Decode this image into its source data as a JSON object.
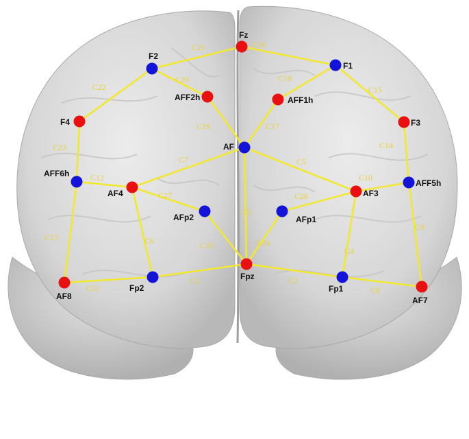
{
  "colors": {
    "source": "#e81010",
    "detector": "#1414d8",
    "channel": "#f2e830",
    "channel_label": "#e8d23c",
    "node_label": "#111111",
    "brain_fill": "#d9d9d9",
    "brain_shade": "#bdbdbd"
  },
  "nodes": [
    {
      "id": "Fz",
      "label": "Fz",
      "type": "source"
    },
    {
      "id": "F1",
      "label": "F1",
      "type": "detector"
    },
    {
      "id": "F2",
      "label": "F2",
      "type": "detector"
    },
    {
      "id": "F3",
      "label": "F3",
      "type": "source"
    },
    {
      "id": "F4",
      "label": "F4",
      "type": "source"
    },
    {
      "id": "AFF1h",
      "label": "AFF1h",
      "type": "source"
    },
    {
      "id": "AFF2h",
      "label": "AFF2h",
      "type": "source"
    },
    {
      "id": "AF",
      "label": "AF",
      "type": "detector"
    },
    {
      "id": "AFF5h",
      "label": "AFF5h",
      "type": "detector"
    },
    {
      "id": "AFF6h",
      "label": "AFF6h",
      "type": "detector"
    },
    {
      "id": "AF3",
      "label": "AF3",
      "type": "source"
    },
    {
      "id": "AF4",
      "label": "AF4",
      "type": "source"
    },
    {
      "id": "AFp1",
      "label": "AFp1",
      "type": "detector"
    },
    {
      "id": "AFp2",
      "label": "AFp2",
      "type": "detector"
    },
    {
      "id": "Fpz",
      "label": "Fpz",
      "type": "source"
    },
    {
      "id": "Fp1",
      "label": "Fp1",
      "type": "detector"
    },
    {
      "id": "Fp2",
      "label": "Fp2",
      "type": "detector"
    },
    {
      "id": "AF7",
      "label": "AF7",
      "type": "source"
    },
    {
      "id": "AF8",
      "label": "AF8",
      "type": "source"
    }
  ],
  "channels": [
    {
      "label": "C1",
      "from": "Fpz",
      "to": "Fp2"
    },
    {
      "label": "C2",
      "from": "Fpz",
      "to": "Fp1"
    },
    {
      "label": "C3",
      "from": "Fpz",
      "to": "AF"
    },
    {
      "label": "C4",
      "from": "AF3",
      "to": "Fp1"
    },
    {
      "label": "C5",
      "from": "AF3",
      "to": "AF"
    },
    {
      "label": "C6",
      "from": "AF4",
      "to": "Fp2"
    },
    {
      "label": "C7",
      "from": "AF4",
      "to": "AF"
    },
    {
      "label": "C8",
      "from": "AF7",
      "to": "Fp1"
    },
    {
      "label": "C9",
      "from": "AF7",
      "to": "AFF5h"
    },
    {
      "label": "C10",
      "from": "AF3",
      "to": "AFF5h"
    },
    {
      "label": "C11",
      "from": "AF8",
      "to": "Fp2"
    },
    {
      "label": "C12",
      "from": "AF4",
      "to": "AFF6h"
    },
    {
      "label": "C13",
      "from": "AF8",
      "to": "AFF6h"
    },
    {
      "label": "C14",
      "from": "F3",
      "to": "AFF5h"
    },
    {
      "label": "C15",
      "from": "F3",
      "to": "F1"
    },
    {
      "label": "C16",
      "from": "Fz",
      "to": "F1"
    },
    {
      "label": "C17",
      "from": "AFF1h",
      "to": "AF"
    },
    {
      "label": "C18",
      "from": "AFF1h",
      "to": "F1"
    },
    {
      "label": "C19",
      "from": "AFF2h",
      "to": "AF"
    },
    {
      "label": "C20",
      "from": "AFF2h",
      "to": "F2"
    },
    {
      "label": "C21",
      "from": "Fz",
      "to": "F2"
    },
    {
      "label": "C22",
      "from": "F4",
      "to": "F2"
    },
    {
      "label": "C23",
      "from": "F4",
      "to": "AFF6h"
    },
    {
      "label": "C24",
      "from": "Fpz",
      "to": "AFp1"
    },
    {
      "label": "C25",
      "from": "Fpz",
      "to": "AFp2"
    },
    {
      "label": "C26",
      "from": "AF3",
      "to": "AFp1"
    },
    {
      "label": "C27",
      "from": "AF4",
      "to": "AFp2"
    }
  ]
}
